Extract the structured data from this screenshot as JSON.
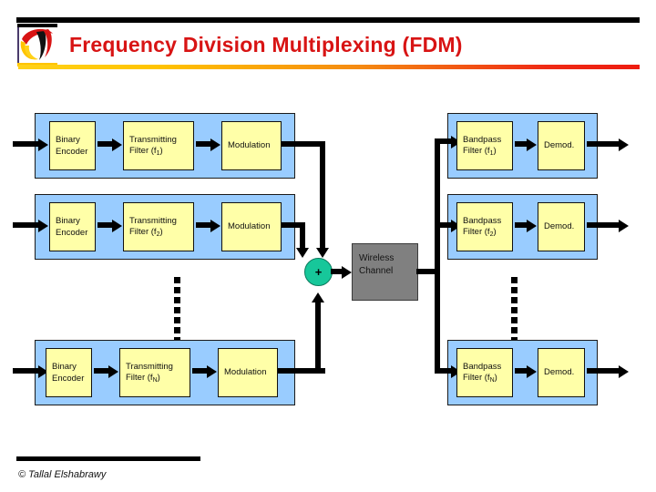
{
  "header": {
    "title": "Frequency Division Multiplexing (FDM)",
    "logo_name": "university-swoosh-logo",
    "title_color": "#d81414",
    "rule_color": "#000000",
    "gradient_from": "#ffd21a",
    "gradient_to": "#ee1c10"
  },
  "footer": {
    "copyright": "© Tallal Elshabrawy"
  },
  "colors": {
    "panel_blue": "#99ccff",
    "block_yellow": "#ffffa8",
    "channel_gray": "#808080",
    "summer_green": "#17c79a",
    "connector_black": "#000000"
  },
  "diagram": {
    "type": "block-diagram",
    "transmitter_chains": [
      {
        "id": "chain-1",
        "blocks": [
          {
            "line1": "Binary",
            "line2": "Encoder",
            "sub": ""
          },
          {
            "line1": "Transmitting",
            "line2": "Filter (f",
            "sub": "1",
            "line2_tail": ")"
          },
          {
            "line1": "Modulation",
            "line2": "",
            "sub": ""
          }
        ]
      },
      {
        "id": "chain-2",
        "blocks": [
          {
            "line1": "Binary",
            "line2": "Encoder",
            "sub": ""
          },
          {
            "line1": "Transmitting",
            "line2": "Filter (f",
            "sub": "2",
            "line2_tail": ")"
          },
          {
            "line1": "Modulation",
            "line2": "",
            "sub": ""
          }
        ]
      },
      {
        "id": "chain-N",
        "blocks": [
          {
            "line1": "Binary",
            "line2": "Encoder",
            "sub": ""
          },
          {
            "line1": "Transmitting",
            "line2": "Filter (f",
            "sub": "N",
            "line2_tail": ")"
          },
          {
            "line1": "Modulation",
            "line2": "",
            "sub": ""
          }
        ]
      }
    ],
    "summing_junction": {
      "label": "+"
    },
    "channel": {
      "line1": "Wireless",
      "line2": "Channel"
    },
    "receiver_chains": [
      {
        "id": "rx-1",
        "blocks": [
          {
            "line1": "Bandpass",
            "line2": "Filter (f",
            "sub": "1",
            "line2_tail": ")"
          },
          {
            "line1": "Demod.",
            "line2": "",
            "sub": ""
          }
        ]
      },
      {
        "id": "rx-2",
        "blocks": [
          {
            "line1": "Bandpass",
            "line2": "Filter (f",
            "sub": "2",
            "line2_tail": ")"
          },
          {
            "line1": "Demod.",
            "line2": "",
            "sub": ""
          }
        ]
      },
      {
        "id": "rx-N",
        "blocks": [
          {
            "line1": "Bandpass",
            "line2": "Filter (f",
            "sub": "N",
            "line2_tail": ")"
          },
          {
            "line1": "Demod.",
            "line2": "",
            "sub": ""
          }
        ]
      }
    ],
    "ellipsis_dots": 8
  }
}
